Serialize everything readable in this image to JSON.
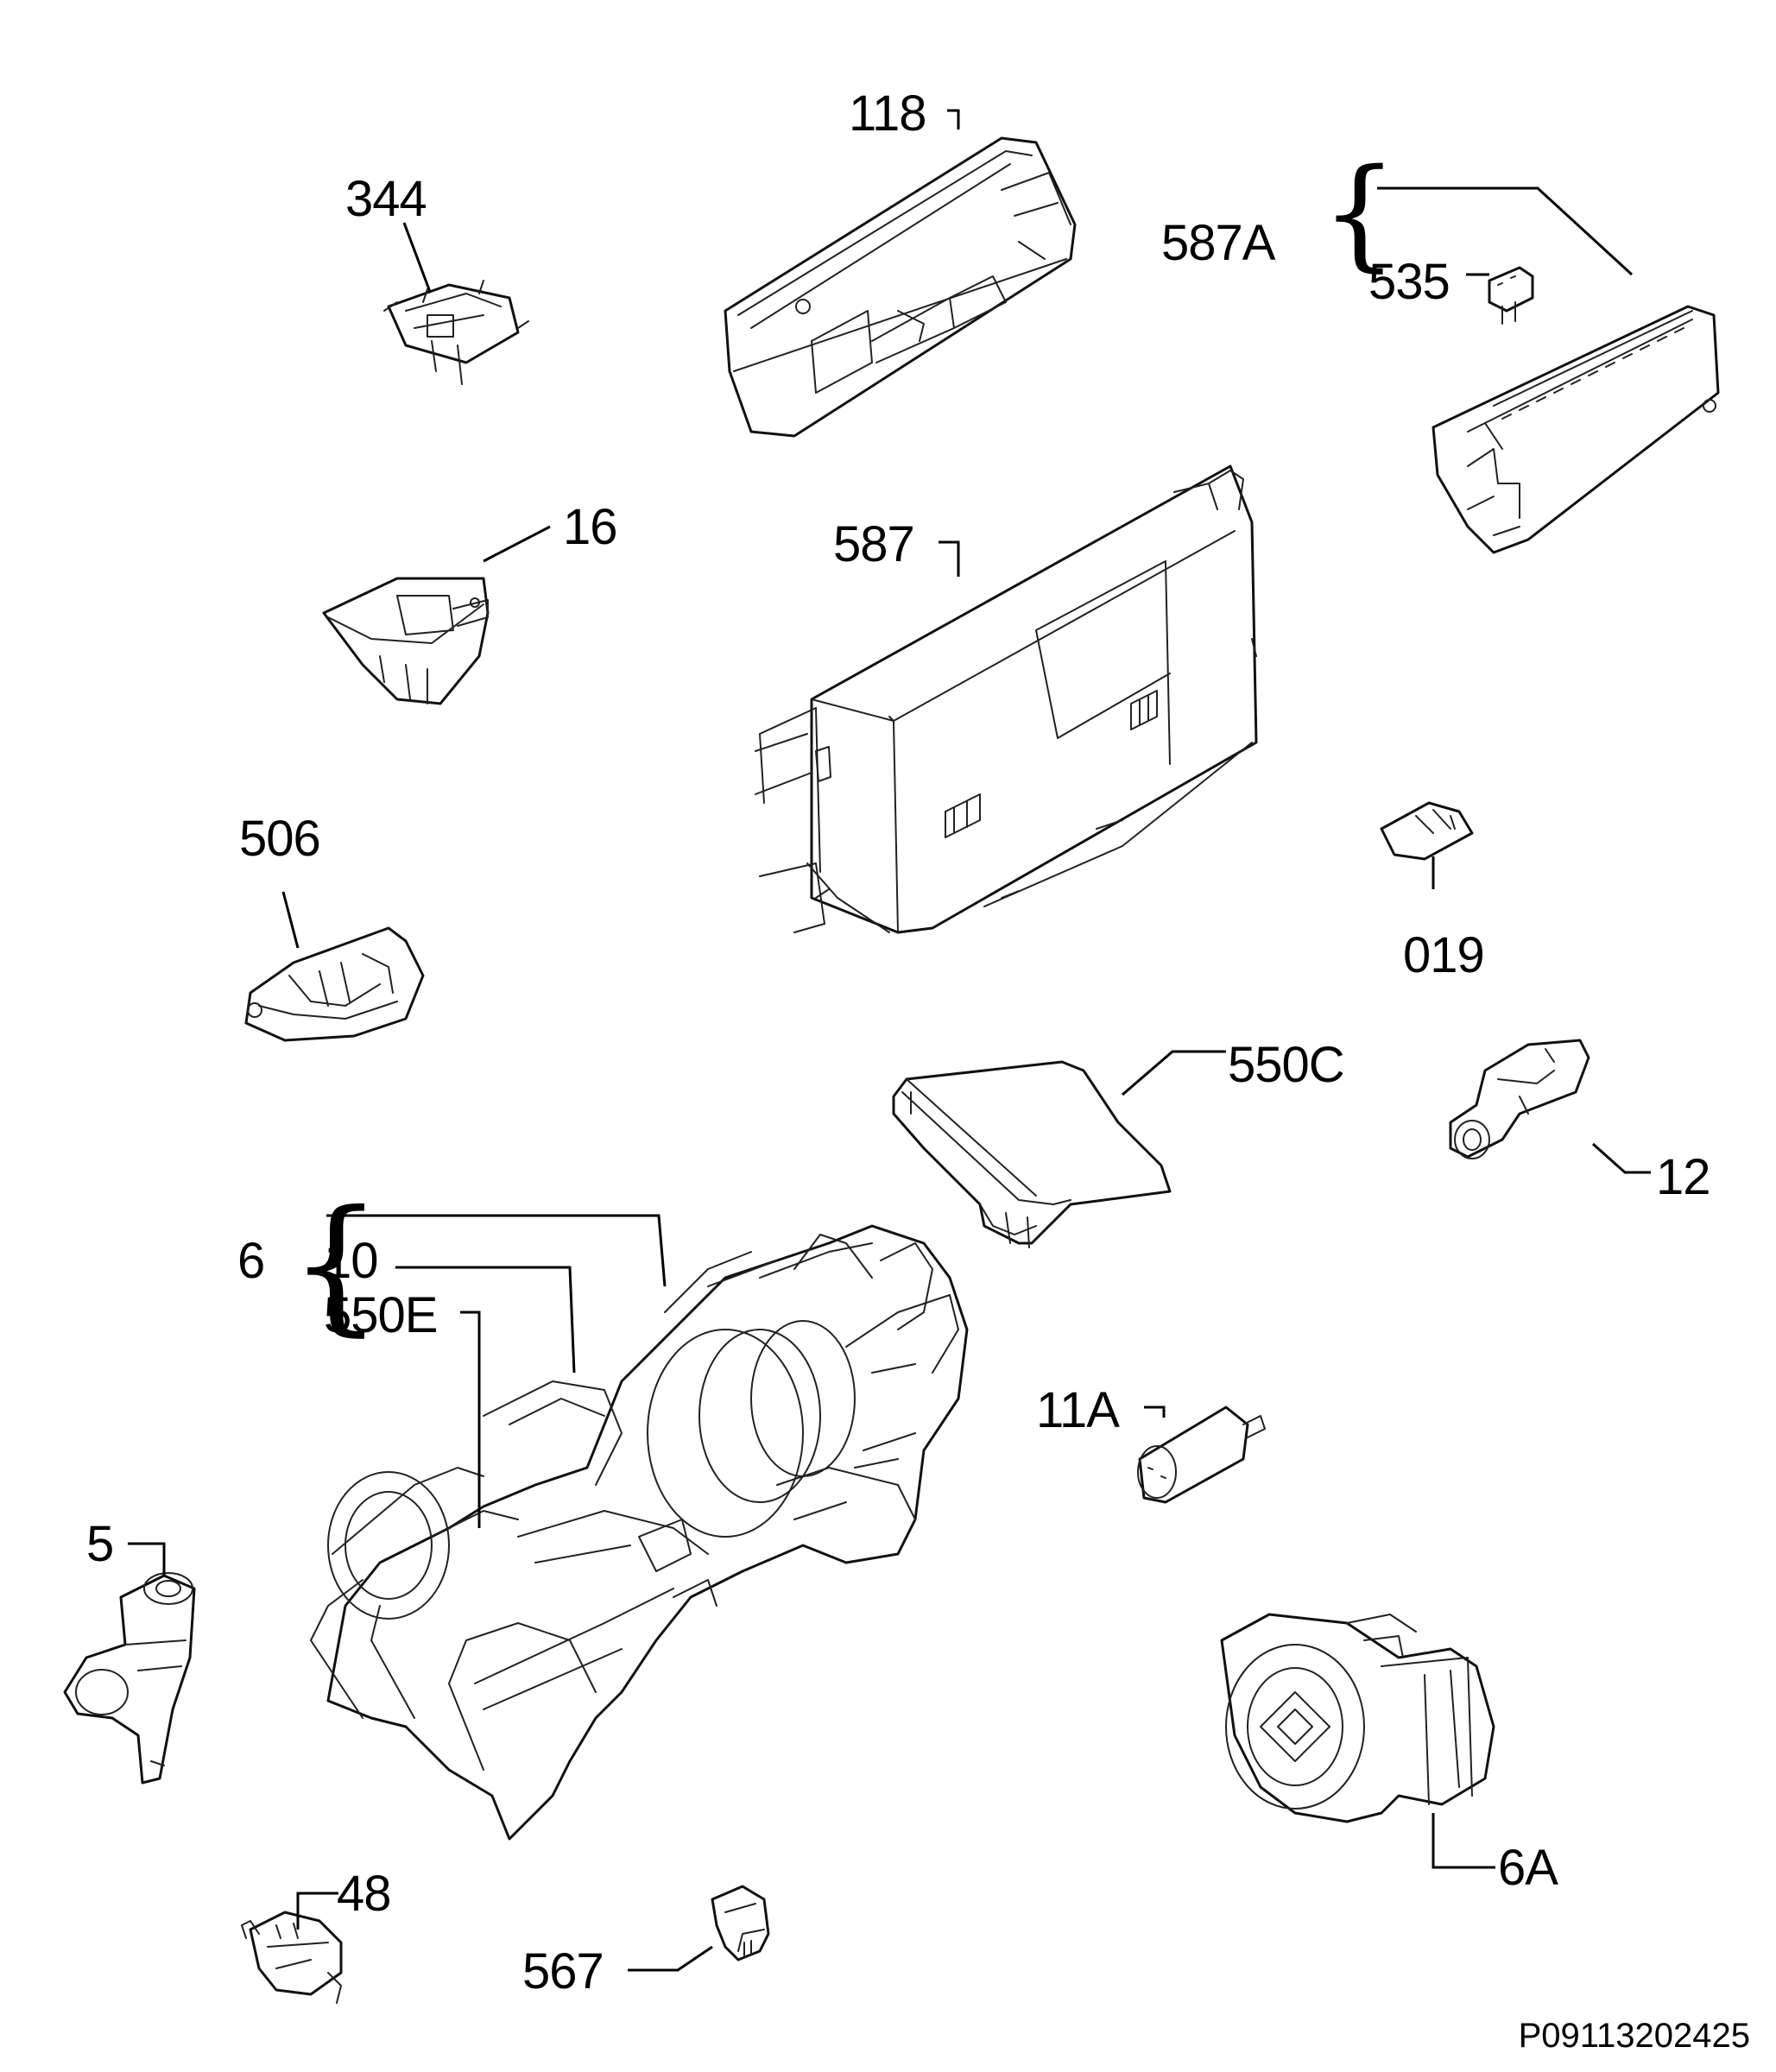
{
  "labels": {
    "p118": "118",
    "p344": "344",
    "p587A": "587A",
    "p535": "535",
    "p16": "16",
    "p587": "587",
    "p506": "506",
    "p019": "019",
    "p550C": "550C",
    "p12": "12",
    "p6": "6",
    "p10": "10",
    "p550E": "550E",
    "p11A": "11A",
    "p5": "5",
    "p6A": "6A",
    "p48": "48",
    "p567": "567"
  },
  "reference": "P09113202425"
}
